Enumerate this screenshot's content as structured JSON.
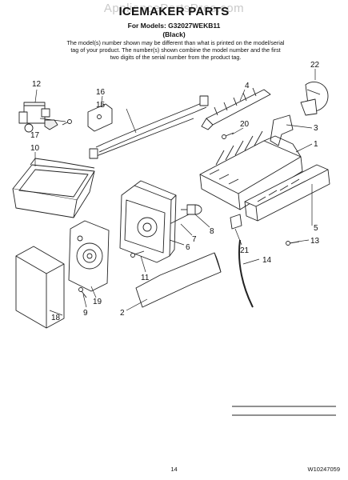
{
  "watermark": "AppliancePartsPros.com",
  "title": "ICEMAKER PARTS",
  "models_line": "For Models: G32027WEKB11",
  "color_line": "(Black)",
  "note": "The model(s) number shown may be different than what is printed on the model/serial tag of your product. The number(s) shown combine the model number and the first two digits of the serial number from the product tag.",
  "page_number": "14",
  "doc_number": "W10247059",
  "callouts": [
    "1",
    "2",
    "3",
    "4",
    "5",
    "6",
    "7",
    "8",
    "9",
    "10",
    "11",
    "12",
    "13",
    "14",
    "15",
    "16",
    "17",
    "18",
    "19",
    "20",
    "21",
    "22"
  ]
}
